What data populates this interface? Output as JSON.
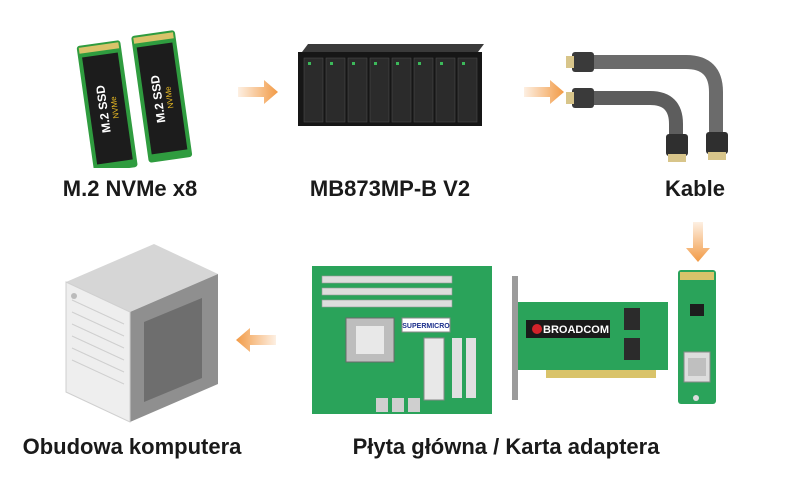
{
  "nodes": {
    "ssd": {
      "label": "M.2 NVMe x8",
      "chip_text": "M.2 SSD",
      "brand_text": "NVMe"
    },
    "enclosure": {
      "label": "MB873MP-B V2"
    },
    "cables": {
      "label": "Kable"
    },
    "motherboard": {
      "label": "Płyta główna / Karta adaptera",
      "board_brand": "SUPERMICRO",
      "card_brand": "BROADCOM"
    },
    "case": {
      "label": "Obudowa komputera"
    }
  },
  "colors": {
    "arrow": "#f29a45",
    "pcb_green": "#2aa35a",
    "label": "#1a1a1a"
  }
}
